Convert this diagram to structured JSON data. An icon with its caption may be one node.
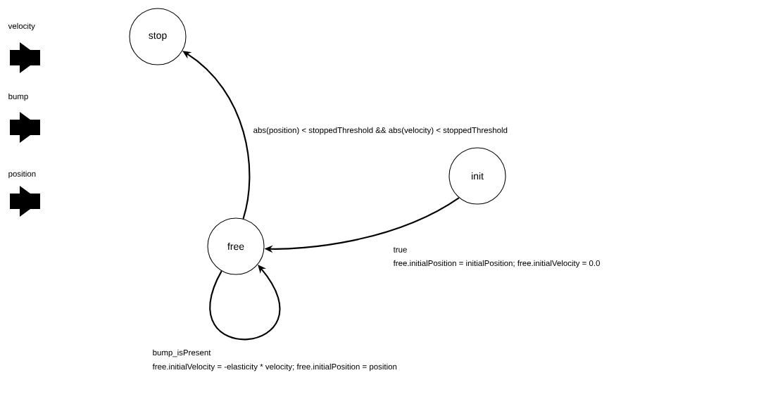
{
  "diagram": {
    "nodes": [
      {
        "text": [
          "stop"
        ]
      },
      {
        "text": [
          "init"
        ]
      },
      {
        "text": [
          "free"
        ]
      }
    ],
    "edges": [
      {
        "from": 2,
        "to": 0,
        "arrow": "to",
        "label": "abs(position) < stoppedThreshold && abs(velocity) < stoppedThreshold"
      },
      {
        "from": 1,
        "to": 2,
        "arrow": "to",
        "label": "true"
      },
      {
        "from": 2,
        "to": 2,
        "arrow": "to",
        "label": "bump_isPresent"
      }
    ],
    "labels": [
      "velocity",
      "bump",
      "position",
      "free.initialPosition = initialPosition; free.initialVelocity = 0.0",
      "free.initialVelocity = -elasticity * velocity; free.initialPosition = position"
    ]
  }
}
